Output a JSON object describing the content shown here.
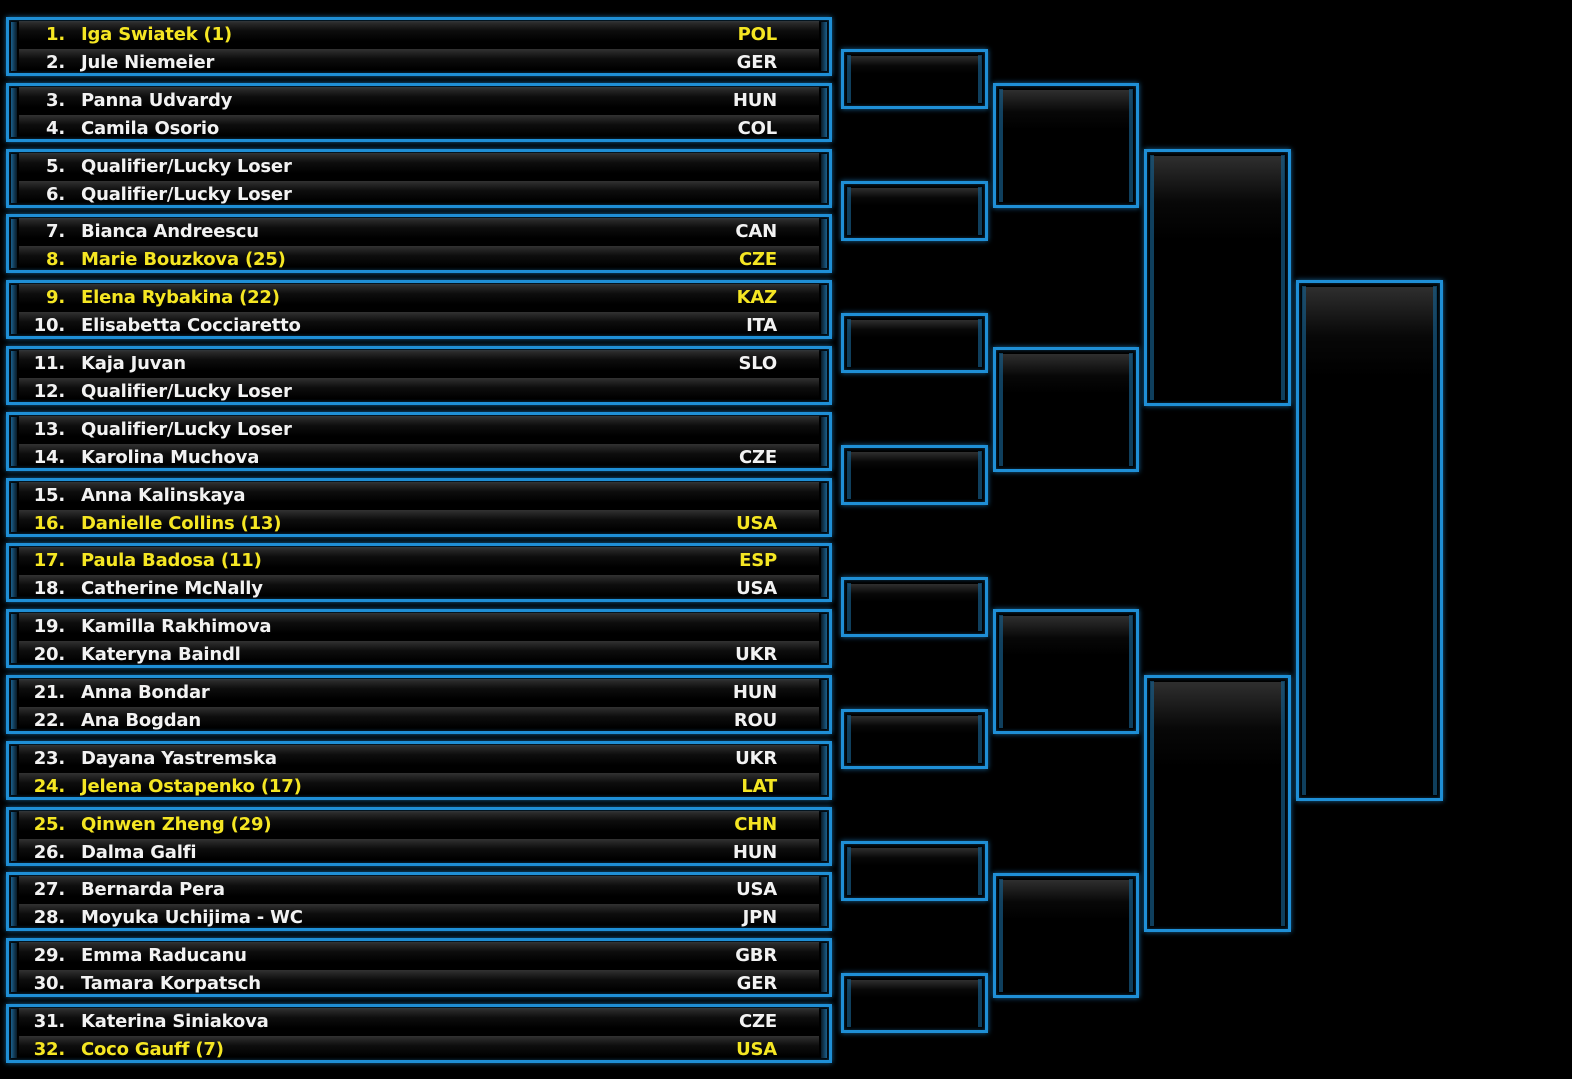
{
  "colors": {
    "border": "#1f8fd6",
    "seed_text": "#f5e623",
    "text": "#f2f2f2",
    "background": "#000000"
  },
  "players": [
    {
      "num": "1.",
      "name": "Iga Swiatek (1)",
      "country": "POL",
      "seeded": true
    },
    {
      "num": "2.",
      "name": "Jule Niemeier",
      "country": "GER",
      "seeded": false
    },
    {
      "num": "3.",
      "name": "Panna Udvardy",
      "country": "HUN",
      "seeded": false
    },
    {
      "num": "4.",
      "name": "Camila Osorio",
      "country": "COL",
      "seeded": false
    },
    {
      "num": "5.",
      "name": "Qualifier/Lucky Loser",
      "country": "",
      "seeded": false
    },
    {
      "num": "6.",
      "name": "Qualifier/Lucky Loser",
      "country": "",
      "seeded": false
    },
    {
      "num": "7.",
      "name": "Bianca Andreescu",
      "country": "CAN",
      "seeded": false
    },
    {
      "num": "8.",
      "name": "Marie Bouzkova (25)",
      "country": "CZE",
      "seeded": true
    },
    {
      "num": "9.",
      "name": "Elena Rybakina (22)",
      "country": "KAZ",
      "seeded": true
    },
    {
      "num": "10.",
      "name": "Elisabetta Cocciaretto",
      "country": "ITA",
      "seeded": false
    },
    {
      "num": "11.",
      "name": "Kaja Juvan",
      "country": "SLO",
      "seeded": false
    },
    {
      "num": "12.",
      "name": "Qualifier/Lucky Loser",
      "country": "",
      "seeded": false
    },
    {
      "num": "13.",
      "name": "Qualifier/Lucky Loser",
      "country": "",
      "seeded": false
    },
    {
      "num": "14.",
      "name": "Karolina Muchova",
      "country": "CZE",
      "seeded": false
    },
    {
      "num": "15.",
      "name": "Anna Kalinskaya",
      "country": "",
      "seeded": false
    },
    {
      "num": "16.",
      "name": "Danielle Collins (13)",
      "country": "USA",
      "seeded": true
    },
    {
      "num": "17.",
      "name": "Paula Badosa (11)",
      "country": "ESP",
      "seeded": true
    },
    {
      "num": "18.",
      "name": "Catherine McNally",
      "country": "USA",
      "seeded": false
    },
    {
      "num": "19.",
      "name": "Kamilla Rakhimova",
      "country": "",
      "seeded": false
    },
    {
      "num": "20.",
      "name": "Kateryna Baindl",
      "country": "UKR",
      "seeded": false
    },
    {
      "num": "21.",
      "name": "Anna Bondar",
      "country": "HUN",
      "seeded": false
    },
    {
      "num": "22.",
      "name": "Ana Bogdan",
      "country": "ROU",
      "seeded": false
    },
    {
      "num": "23.",
      "name": "Dayana Yastremska",
      "country": "UKR",
      "seeded": false
    },
    {
      "num": "24.",
      "name": "Jelena Ostapenko (17)",
      "country": "LAT",
      "seeded": true
    },
    {
      "num": "25.",
      "name": "Qinwen Zheng (29)",
      "country": "CHN",
      "seeded": true
    },
    {
      "num": "26.",
      "name": "Dalma Galfi",
      "country": "HUN",
      "seeded": false
    },
    {
      "num": "27.",
      "name": "Bernarda Pera",
      "country": "USA",
      "seeded": false
    },
    {
      "num": "28.",
      "name": "Moyuka Uchijima - WC",
      "country": "JPN",
      "seeded": false
    },
    {
      "num": "29.",
      "name": "Emma Raducanu",
      "country": "GBR",
      "seeded": false
    },
    {
      "num": "30.",
      "name": "Tamara Korpatsch",
      "country": "GER",
      "seeded": false
    },
    {
      "num": "31.",
      "name": "Katerina Siniakova",
      "country": "CZE",
      "seeded": false
    },
    {
      "num": "32.",
      "name": "Coco Gauff (7)",
      "country": "USA",
      "seeded": true
    }
  ],
  "rounds": [
    {
      "name": "round-2",
      "slots": 8
    },
    {
      "name": "round-3",
      "slots": 4
    },
    {
      "name": "round-4",
      "slots": 2
    },
    {
      "name": "quarterfinal",
      "slots": 1
    }
  ]
}
